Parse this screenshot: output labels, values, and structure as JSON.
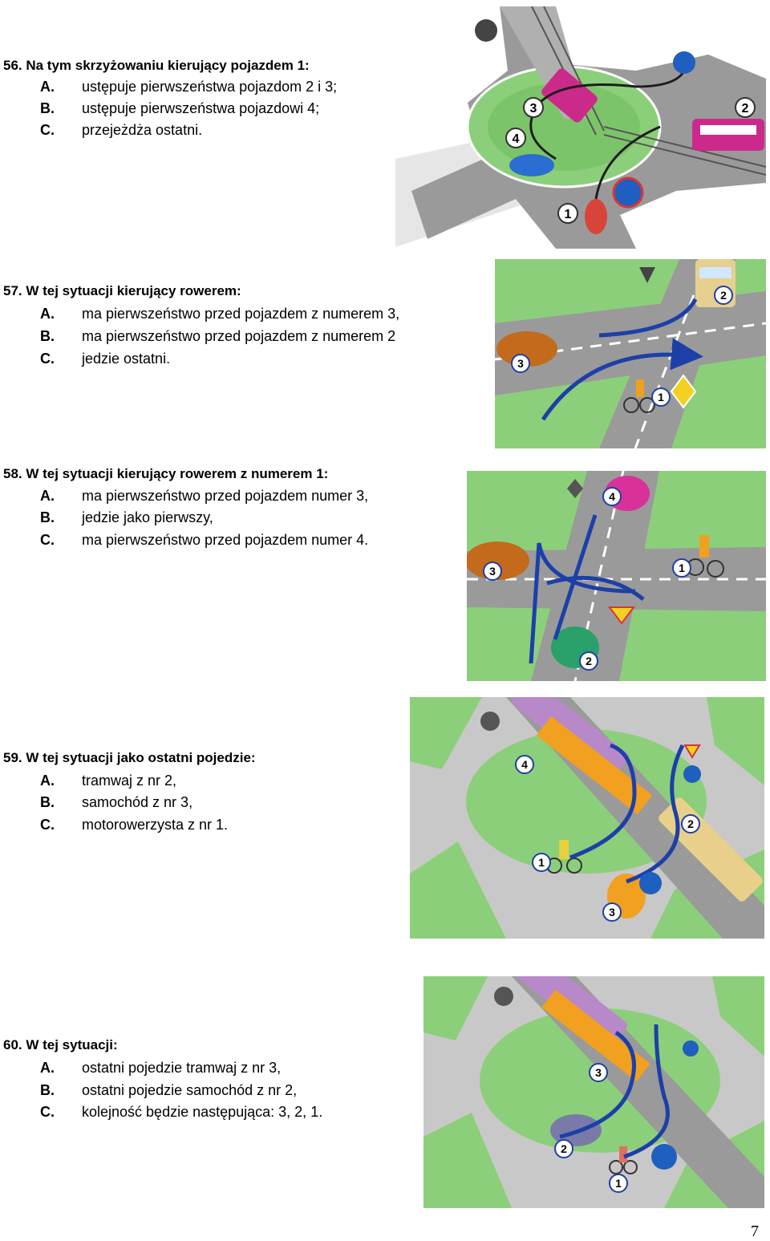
{
  "questions": [
    {
      "title": "56. Na tym skrzyżowaniu kierujący pojazdem 1:",
      "options": [
        {
          "letter": "A.",
          "text": "ustępuje pierwszeństwa pojazdom 2 i 3;"
        },
        {
          "letter": "B.",
          "text": "ustępuje pierwszeństwa pojazdowi 4;"
        },
        {
          "letter": "C.",
          "text": "przejeżdża ostatni."
        }
      ],
      "vehicle_numbers": [
        "1",
        "2",
        "3",
        "4"
      ]
    },
    {
      "title": "57. W tej sytuacji kierujący rowerem:",
      "options": [
        {
          "letter": "A.",
          "text": "ma pierwszeństwo przed pojazdem z numerem 3,"
        },
        {
          "letter": "B.",
          "text": "ma pierwszeństwo przed pojazdem z numerem 2"
        },
        {
          "letter": "C.",
          "text": "jedzie ostatni."
        }
      ],
      "vehicle_numbers": [
        "1",
        "2",
        "3"
      ]
    },
    {
      "title": "58. W tej sytuacji kierujący rowerem z numerem 1:",
      "options": [
        {
          "letter": "A.",
          "text": "ma pierwszeństwo przed pojazdem numer 3,"
        },
        {
          "letter": "B.",
          "text": "jedzie jako pierwszy,"
        },
        {
          "letter": "C.",
          "text": "ma pierwszeństwo przed pojazdem numer 4."
        }
      ],
      "vehicle_numbers": [
        "1",
        "2",
        "3",
        "4"
      ]
    },
    {
      "title": "59. W tej sytuacji jako ostatni pojedzie:",
      "options": [
        {
          "letter": "A.",
          "text": "tramwaj z nr 2,"
        },
        {
          "letter": "B.",
          "text": "samochód z nr 3,"
        },
        {
          "letter": "C.",
          "text": "motorowerzysta z nr 1."
        }
      ],
      "vehicle_numbers": [
        "1",
        "2",
        "3",
        "4"
      ]
    },
    {
      "title": "60. W tej sytuacji:",
      "options": [
        {
          "letter": "A.",
          "text": "ostatni pojedzie tramwaj z nr 3,"
        },
        {
          "letter": "B.",
          "text": "ostatni pojedzie samochód z nr 2,"
        },
        {
          "letter": "C.",
          "text": "kolejność będzie następująca: 3, 2, 1."
        }
      ],
      "vehicle_numbers": [
        "1",
        "2",
        "3"
      ]
    }
  ],
  "page_number": "7",
  "colors": {
    "grass": "#8ccf7a",
    "road": "#9a9a9a",
    "arrow": "#1d3fa8",
    "tram": "#cc2a8a",
    "sign_blue": "#1f5fbf"
  }
}
